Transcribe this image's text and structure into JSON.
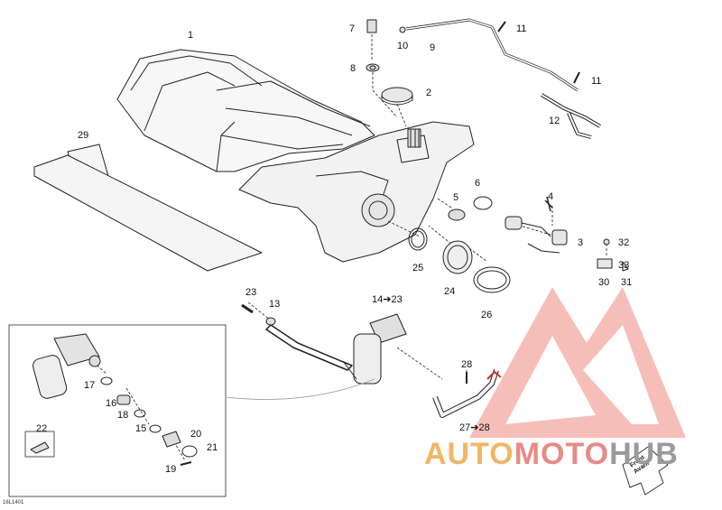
{
  "diagram": {
    "drawing_code": "16L1401",
    "callouts": [
      {
        "id": "c1",
        "text": "1"
      },
      {
        "id": "c2",
        "text": "2"
      },
      {
        "id": "c3",
        "text": "3"
      },
      {
        "id": "c4",
        "text": "4"
      },
      {
        "id": "c5",
        "text": "5"
      },
      {
        "id": "c6",
        "text": "6"
      },
      {
        "id": "c7",
        "text": "7"
      },
      {
        "id": "c8",
        "text": "8"
      },
      {
        "id": "c9",
        "text": "9"
      },
      {
        "id": "c10",
        "text": "10"
      },
      {
        "id": "c11a",
        "text": "11"
      },
      {
        "id": "c11b",
        "text": "11"
      },
      {
        "id": "c12",
        "text": "12"
      },
      {
        "id": "c13",
        "text": "13"
      },
      {
        "id": "c14",
        "text": "14➔23"
      },
      {
        "id": "c15",
        "text": "15"
      },
      {
        "id": "c16",
        "text": "16"
      },
      {
        "id": "c17",
        "text": "17"
      },
      {
        "id": "c18",
        "text": "18"
      },
      {
        "id": "c19",
        "text": "19"
      },
      {
        "id": "c20",
        "text": "20"
      },
      {
        "id": "c21",
        "text": "21"
      },
      {
        "id": "c22",
        "text": "22"
      },
      {
        "id": "c23",
        "text": "23"
      },
      {
        "id": "c24",
        "text": "24"
      },
      {
        "id": "c25",
        "text": "25"
      },
      {
        "id": "c26",
        "text": "26"
      },
      {
        "id": "c27",
        "text": "27➔28"
      },
      {
        "id": "c28",
        "text": "28"
      },
      {
        "id": "c29",
        "text": "29"
      },
      {
        "id": "c30",
        "text": "30"
      },
      {
        "id": "c31",
        "text": "31"
      },
      {
        "id": "c32",
        "text": "32"
      },
      {
        "id": "c33",
        "text": "33"
      }
    ],
    "front_tag": {
      "line1": "Front",
      "line2": "Avant"
    }
  },
  "watermark": {
    "part1": "AUTO",
    "part2": "MOTO",
    "part3": "HUB",
    "colors": {
      "part1": "#f2b663",
      "part2": "#e98a86",
      "part3": "#9a9a9a",
      "logo": "#e8473b"
    }
  }
}
